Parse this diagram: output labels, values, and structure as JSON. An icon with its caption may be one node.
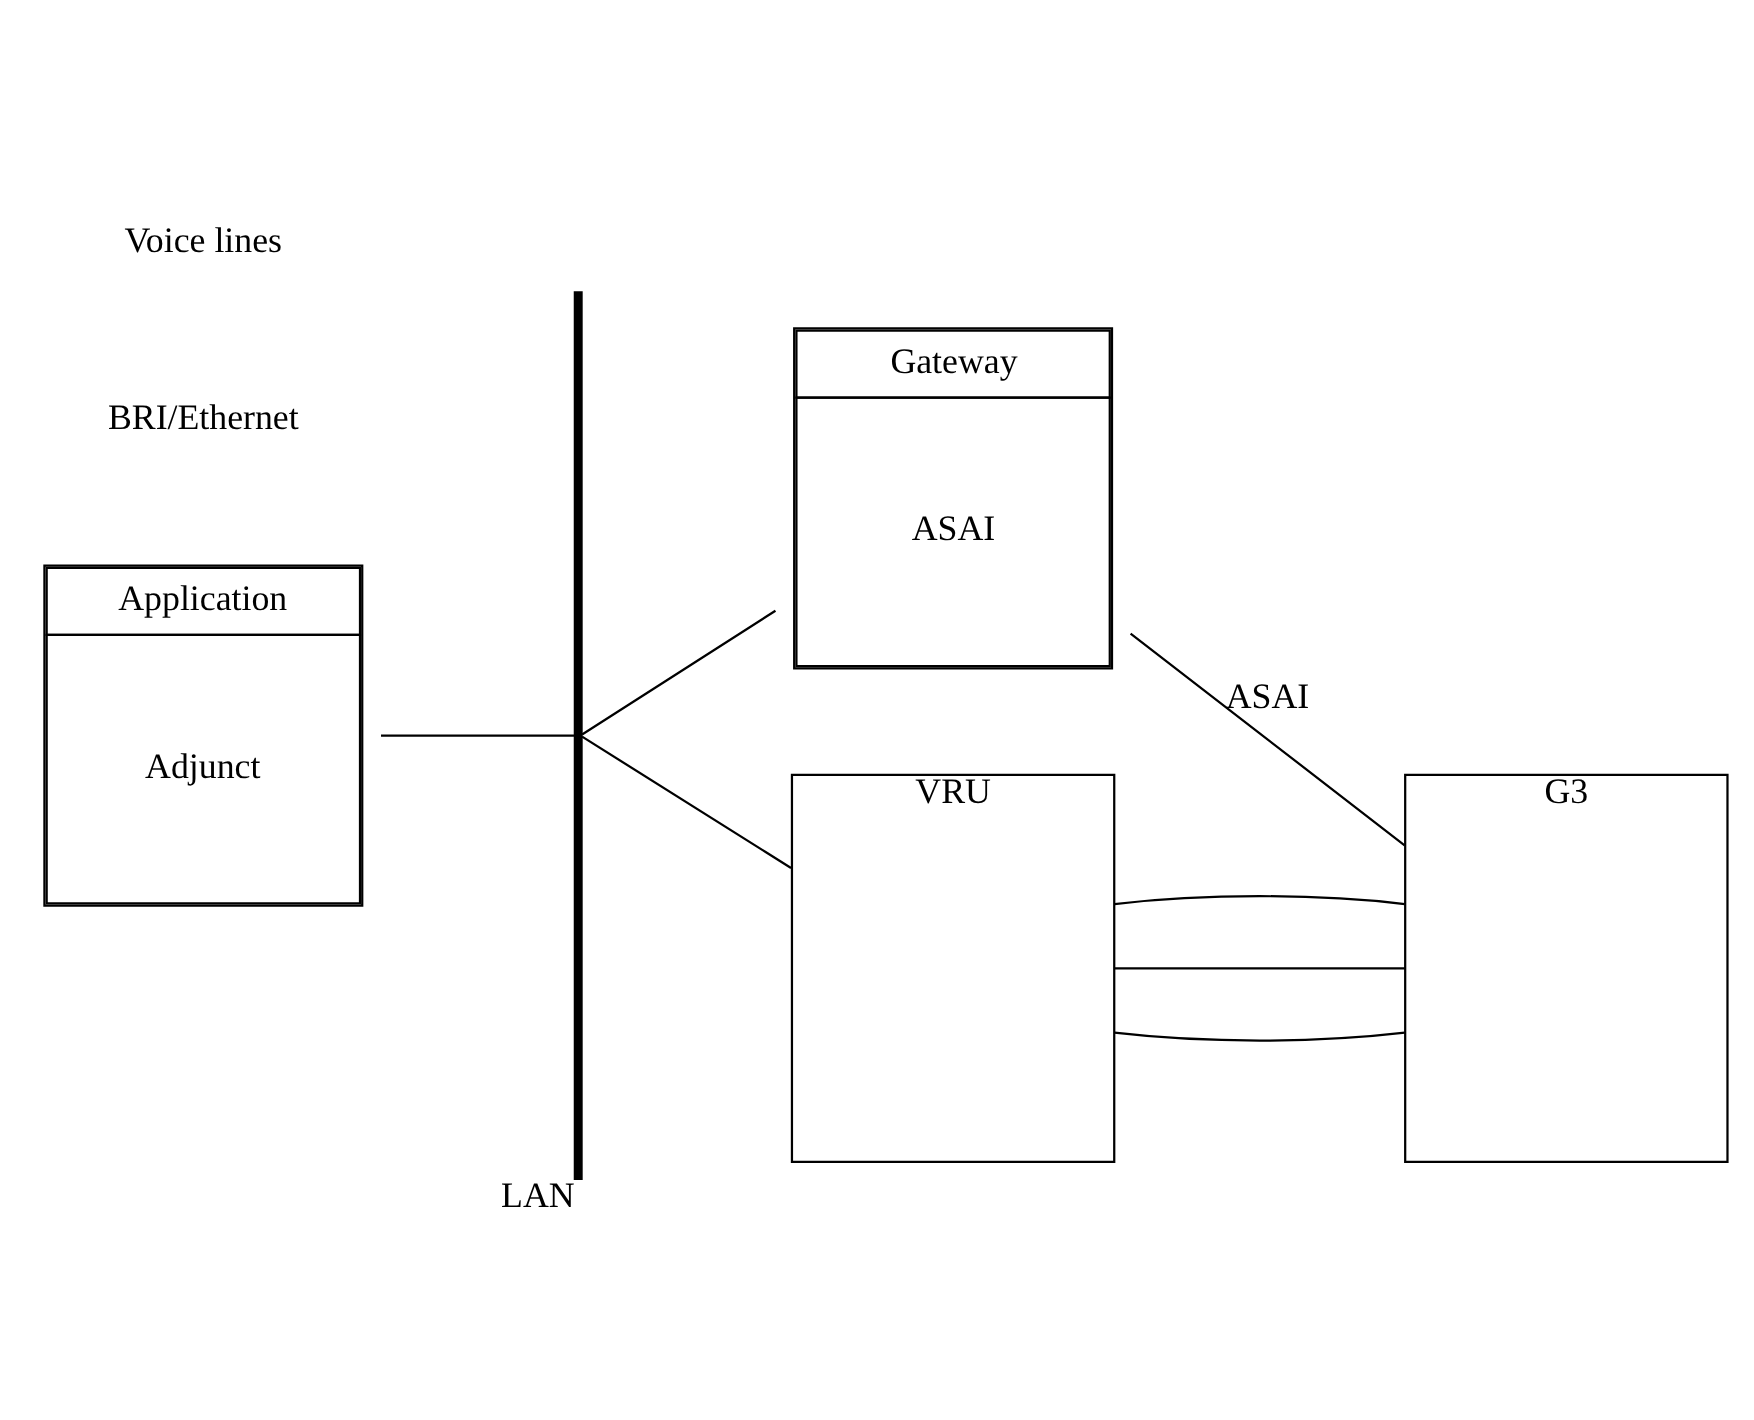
{
  "diagram": {
    "nodes": [
      {
        "text": [
          "Application",
          "Adjunct"
        ]
      },
      {
        "text": [],
        "shape": "bar",
        "beside": [
          "LAN"
        ]
      },
      {
        "text": [
          "Gateway",
          "ASAI"
        ]
      },
      {
        "text": [
          "G3"
        ]
      },
      {
        "text": [
          "VRU"
        ]
      }
    ],
    "edges": [
      {
        "from": 0,
        "to": 1,
        "arrow": "none"
      },
      {
        "from": 2,
        "to": 1,
        "arrow": "none"
      },
      {
        "from": 4,
        "to": 1,
        "arrow": "none"
      },
      {
        "from": 2,
        "to": 3,
        "arrow": "none",
        "label": "ASAI"
      },
      {
        "from": 4,
        "to": 3,
        "arrow": "none"
      },
      {
        "from": 4,
        "to": 3,
        "arrow": "none"
      },
      {
        "from": 4,
        "to": 3,
        "arrow": "none"
      }
    ],
    "labels": [
      "BRI/Ethernet",
      "Voice lines"
    ]
  }
}
